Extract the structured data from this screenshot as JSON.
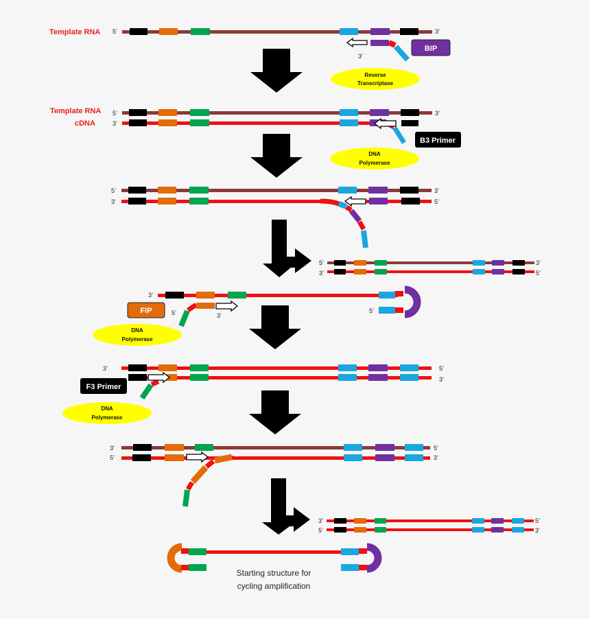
{
  "labels": {
    "template_rna": "Template RNA",
    "template_rna_2": "Template RNA",
    "cdna": "cDNA",
    "prime3": "3’",
    "prime5": "5’"
  },
  "enzymes": {
    "reverse_transcriptase_line1": "Reverse",
    "reverse_transcriptase_line2": "Transcriptase",
    "dna_polymerase_line1": "DNA",
    "dna_polymerase_line2": "Polymerase"
  },
  "primers": {
    "bip": "BIP",
    "b3": "B3 Primer",
    "fip": "FIP",
    "f3": "F3 Primer"
  },
  "caption": {
    "line1": "Starting structure for",
    "line2": "cycling amplification"
  },
  "colors": {
    "rna": "#8b3a3a",
    "dna": "#ee1111",
    "black_region": "#000000",
    "orange_region": "#e36c0a",
    "green_region": "#00a550",
    "blue_region": "#1aa7e0",
    "purple_region": "#7030a0",
    "enzyme_yellow": "#ffff00",
    "bip_box": "#7030a0",
    "fip_box": "#e36c0a",
    "primer_box": "#000000",
    "red_label": "#e8211d"
  },
  "icons": [
    "down-arrow-icon",
    "branch-arrow-icon",
    "primer-arrow-icon",
    "loop-icon"
  ]
}
